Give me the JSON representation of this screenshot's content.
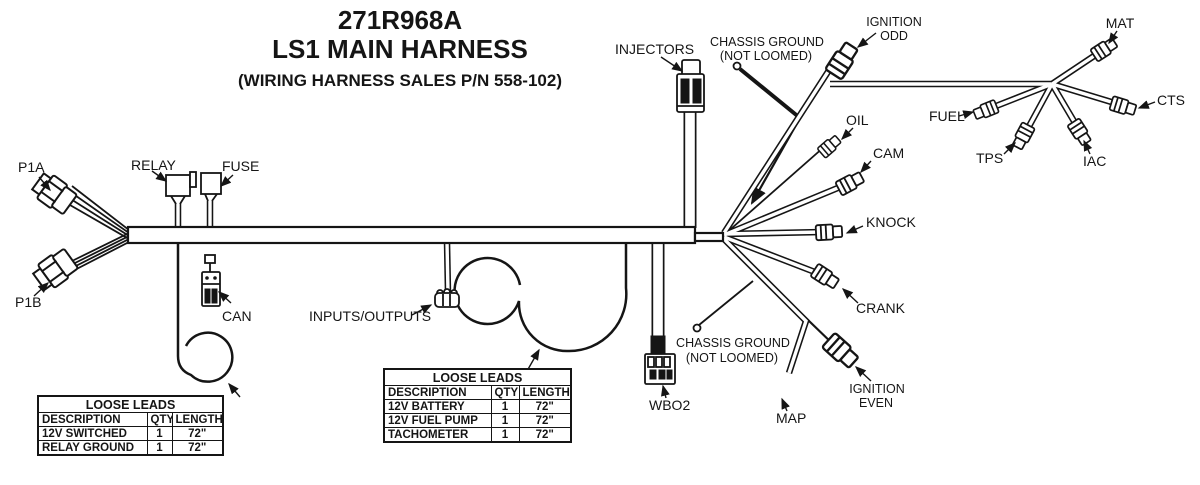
{
  "title": {
    "line1": "271R968A",
    "line2": "LS1 MAIN HARNESS",
    "line3": "(WIRING HARNESS SALES P/N 558-102)"
  },
  "labels": {
    "p1a": "P1A",
    "p1b": "P1B",
    "relay": "RELAY",
    "fuse": "FUSE",
    "can": "CAN",
    "inputs_outputs": "INPUTS/OUTPUTS",
    "injectors": "INJECTORS",
    "chassis_ground_top": [
      "CHASSIS GROUND",
      "(NOT LOOMED)"
    ],
    "ignition_odd": [
      "IGNITION",
      "ODD"
    ],
    "mat": "MAT",
    "fuel": "FUEL",
    "cts": "CTS",
    "tps": "TPS",
    "iac": "IAC",
    "oil": "OIL",
    "cam": "CAM",
    "knock": "KNOCK",
    "crank": "CRANK",
    "chassis_ground_bottom": [
      "CHASSIS GROUND",
      "(NOT LOOMED)"
    ],
    "ignition_even": [
      "IGNITION",
      "EVEN"
    ],
    "map": "MAP",
    "wbo2": "WBO2"
  },
  "tables": {
    "left": {
      "title": "LOOSE LEADS",
      "headers": [
        "DESCRIPTION",
        "QTY",
        "LENGTH"
      ],
      "rows": [
        [
          "12V SWITCHED",
          "1",
          "72\""
        ],
        [
          "RELAY GROUND",
          "1",
          "72\""
        ]
      ]
    },
    "middle": {
      "title": "LOOSE LEADS",
      "headers": [
        "DESCRIPTION",
        "QTY",
        "LENGTH"
      ],
      "rows": [
        [
          "12V BATTERY",
          "1",
          "72\""
        ],
        [
          "12V FUEL PUMP",
          "1",
          "72\""
        ],
        [
          "TACHOMETER",
          "1",
          "72\""
        ]
      ]
    }
  },
  "colors": {
    "line": "#151515",
    "background": "#ffffff"
  }
}
